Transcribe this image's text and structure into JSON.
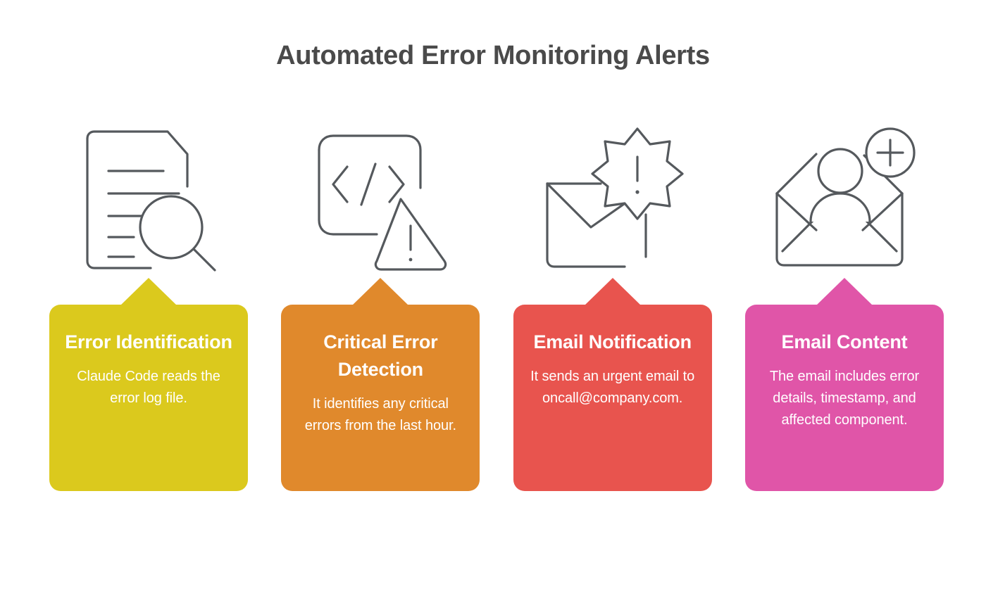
{
  "header": {
    "title": "Automated Error Monitoring Alerts"
  },
  "theme": {
    "background": "#ffffff",
    "title_color": "#4a4a4a",
    "icon_stroke": "#55595d",
    "card_text_color": "#ffffff"
  },
  "steps": [
    {
      "icon": "document-search-icon",
      "title": "Error Identification",
      "body": "Claude Code reads the error log file.",
      "color": "#dbc91d"
    },
    {
      "icon": "code-warning-icon",
      "title": "Critical Error Detection",
      "body": "It identifies any critical errors from the last hour.",
      "color": "#e0892c"
    },
    {
      "icon": "envelope-alert-icon",
      "title": "Email Notification",
      "body": "It sends an urgent email to oncall@company.com.",
      "color": "#e8544e"
    },
    {
      "icon": "envelope-person-add-icon",
      "title": "Email Content",
      "body": "The email includes error details, timestamp, and affected component.",
      "color": "#e055a8"
    }
  ]
}
